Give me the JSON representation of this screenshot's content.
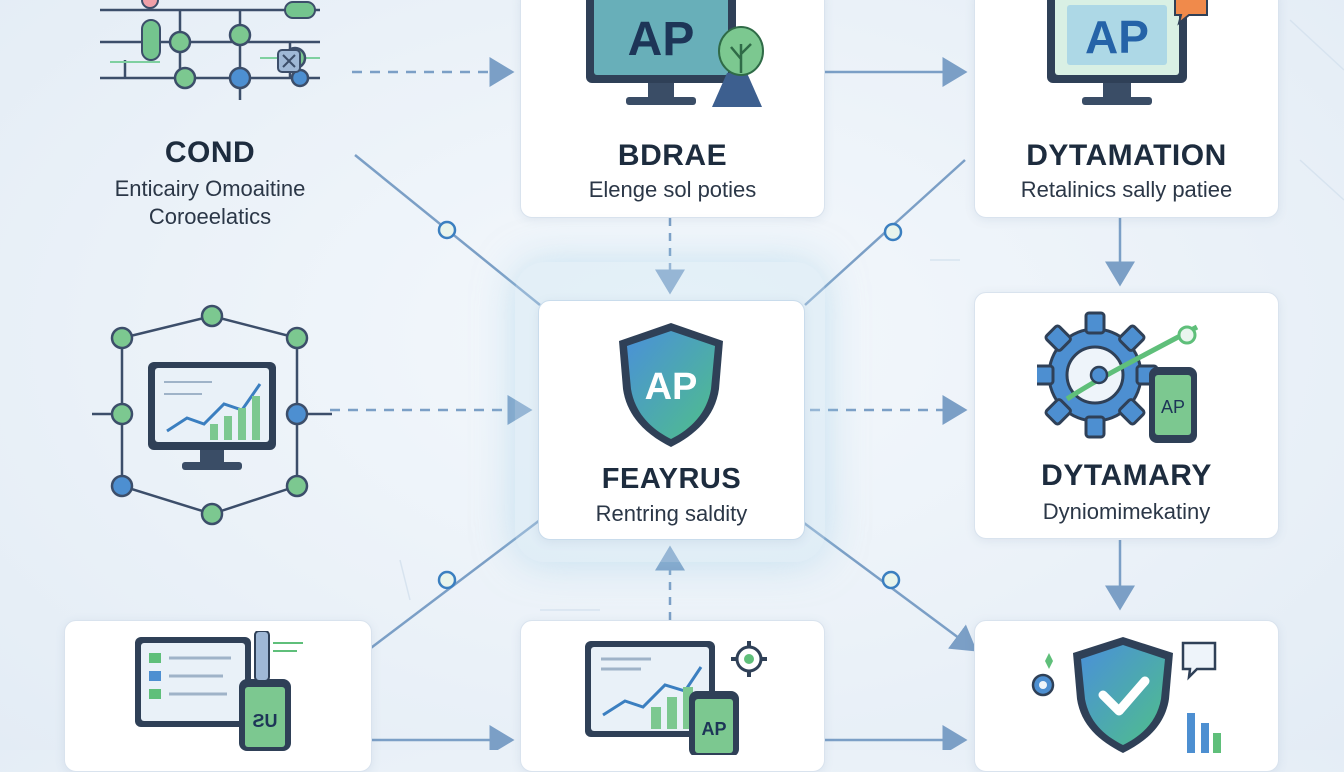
{
  "nodes": {
    "cond": {
      "title": "COND",
      "subtitle_line1": "Enticairy Omoaitine",
      "subtitle_line2": "Coroeelatics"
    },
    "bdrae": {
      "title": "BDRAE",
      "subtitle": "Elenge  sol poties",
      "icon_text": "AP"
    },
    "dytamation": {
      "title": "DYTAMATION",
      "subtitle": "Retalinics sally patiee",
      "icon_text": "AP"
    },
    "feayrus": {
      "title": "FEAYRUS",
      "subtitle": "Rentring saldity",
      "icon_text": "AP"
    },
    "dytamary": {
      "title": "DYTAMARY",
      "subtitle": "Dyniomimekatiny",
      "icon_text": "AP"
    },
    "bottom_left": {
      "icon_text": "ƧU"
    },
    "bottom_middle": {
      "icon_text": "AP"
    },
    "bottom_right": {}
  },
  "colors": {
    "navy": "#1d2c3e",
    "blue": "#3b7fc0",
    "green": "#5fbf7a",
    "teal": "#3aa6a0",
    "line": "#7b9fc6"
  }
}
